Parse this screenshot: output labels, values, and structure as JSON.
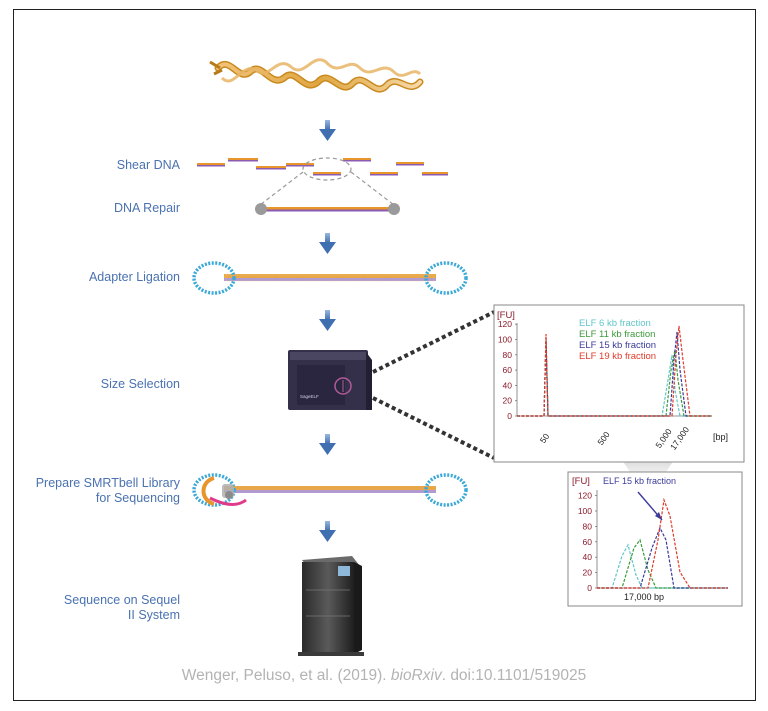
{
  "steps": {
    "shear": "Shear DNA",
    "repair": "DNA Repair",
    "ligation": "Adapter Ligation",
    "size_selection": "Size Selection",
    "prepare": "Prepare SMRTbell Library for Sequencing",
    "sequence": "Sequence on Sequel II System"
  },
  "instrument_labels": {
    "sageelf": "SageELF"
  },
  "citation": {
    "authors": "Wenger, Peluso, et al. (2019).",
    "journal": "bioRxiv",
    "doi": ". doi:10.1101/519025"
  },
  "main_chart": {
    "y_unit": "[FU]",
    "x_unit": "[bp]",
    "y_ticks": [
      "0",
      "20",
      "40",
      "60",
      "80",
      "100",
      "120"
    ],
    "x_ticks": [
      "50",
      "500",
      "5,000",
      "17,000"
    ],
    "legend": [
      {
        "name": "ELF 6 kb fraction",
        "color": "#5fc6c9"
      },
      {
        "name": "ELF 11 kb fraction",
        "color": "#3a9a3a"
      },
      {
        "name": "ELF 15 kb fraction",
        "color": "#3b3b9a"
      },
      {
        "name": "ELF 19 kb fraction",
        "color": "#e03b2a"
      }
    ]
  },
  "inset_chart": {
    "y_unit": "[FU]",
    "y_ticks": [
      "0",
      "20",
      "40",
      "60",
      "80",
      "100",
      "120"
    ],
    "annotation": "ELF 15 kb fraction",
    "x_label": "17,000 bp"
  },
  "colors": {
    "label_blue": "#4a72b0",
    "arrow_blue": "#5a86c2",
    "dna_orange": "#e8952c",
    "dna_purple": "#8a5bb0",
    "adapter_cyan": "#3aa9d8"
  }
}
